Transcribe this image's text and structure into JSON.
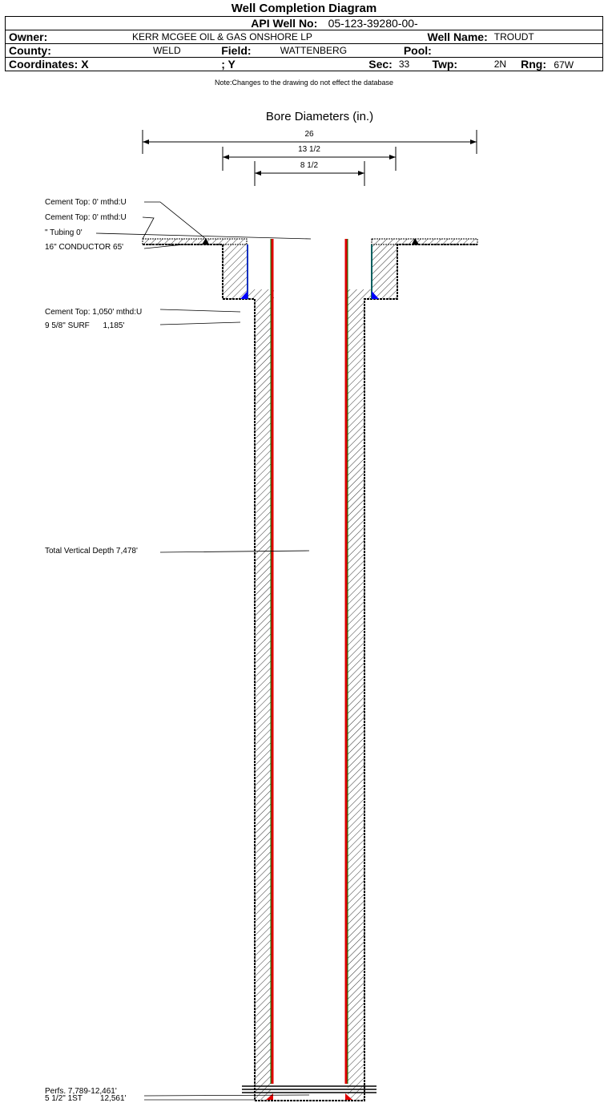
{
  "title": "Well Completion Diagram",
  "header": {
    "api_label": "API Well No:",
    "api_value": "05-123-39280-00-",
    "owner_label": "Owner:",
    "owner_value": "KERR MCGEE OIL & GAS ONSHORE LP",
    "well_name_label": "Well Name:",
    "well_name_value": "TROUDT",
    "county_label": "County:",
    "county_value": "WELD",
    "field_label": "Field:",
    "field_value": "WATTENBERG",
    "pool_label": "Pool:",
    "coords_label": "Coordinates: X",
    "y_label": "; Y",
    "sec_label": "Sec:",
    "sec_value": "33",
    "twp_label": "Twp:",
    "twp_value": "2N",
    "rng_label": "Rng:",
    "rng_value": "67W"
  },
  "note": "Note:Changes to the drawing do not effect the database",
  "bore": {
    "title": "Bore Diameters (in.)",
    "diameters": [
      "26",
      "13 1/2",
      "8 1/2"
    ]
  },
  "annotations": {
    "cement_top_1": "Cement Top: 0' mthd:U",
    "cement_top_2": "Cement Top: 0' mthd:U",
    "tubing": "\" Tubing 0'",
    "conductor": "16\" CONDUCTOR  65'",
    "cement_top_3": "Cement Top: 1,050' mthd:U",
    "surface": "9 5/8\" SURF      1,185'",
    "tvd": "Total Vertical Depth 7,478'",
    "perfs": "Perfs. 7,789-12,461'",
    "production": "5 1/2\" 1ST        12,561'"
  },
  "colors": {
    "tubing": "#e00000",
    "casing_line": "#008000",
    "cement_marker": "#0000ff"
  }
}
